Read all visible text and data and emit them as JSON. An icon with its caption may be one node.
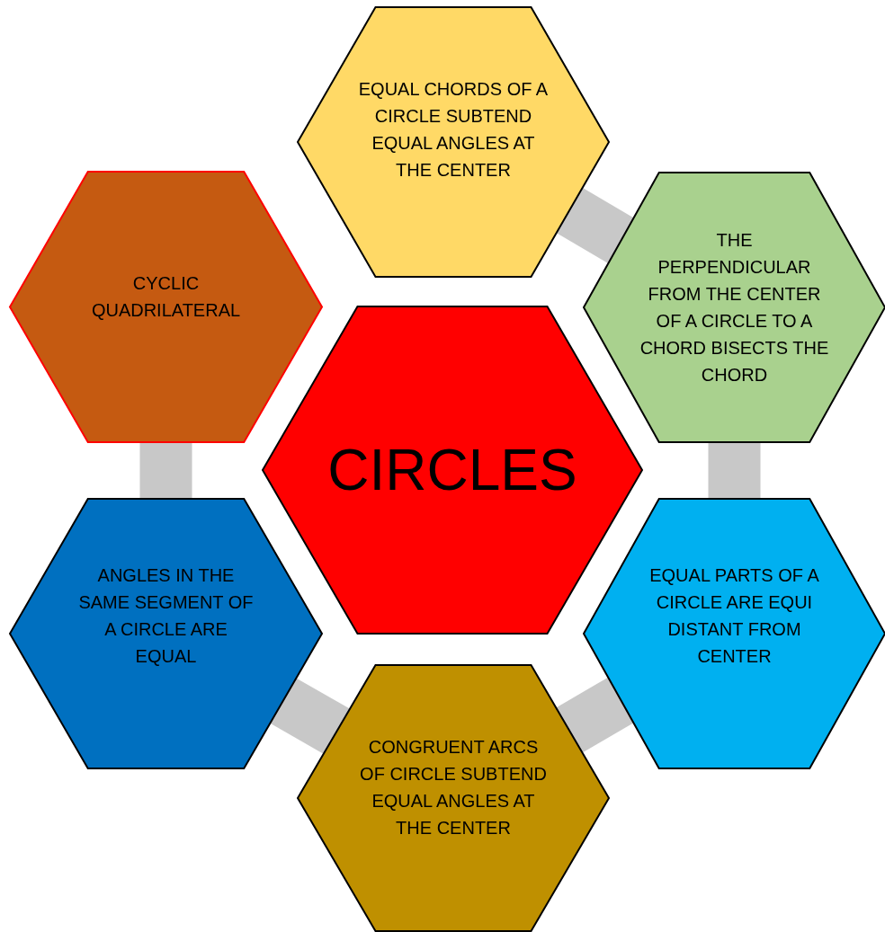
{
  "diagram": {
    "nodes": [
      {
        "text": [
          "EQUAL CHORDS OF A CIRCLE SUBTEND EQUAL ANGLES AT THE CENTER"
        ]
      },
      {
        "text": [
          "CYCLIC QUADRILATERAL"
        ]
      },
      {
        "text": [
          "THE PERPENDICULAR FROM THE CENTER OF A CIRCLE TO A CHORD BISECTS THE CHORD"
        ]
      },
      {
        "text": [
          "CIRCLES"
        ]
      },
      {
        "text": [
          "ANGLES IN THE SAME SEGMENT OF A CIRCLE ARE EQUAL"
        ]
      },
      {
        "text": [
          "EQUAL PARTS OF A CIRCLE ARE EQUI DISTANT FROM CENTER"
        ]
      },
      {
        "text": [
          "CONGRUENT ARCS OF CIRCLE SUBTEND EQUAL ANGLES AT THE CENTER"
        ]
      }
    ],
    "edges": [
      {
        "from": 0,
        "to": 2,
        "arrow": "none"
      },
      {
        "from": 2,
        "to": 5,
        "arrow": "none"
      },
      {
        "from": 5,
        "to": 6,
        "arrow": "none"
      },
      {
        "from": 6,
        "to": 4,
        "arrow": "none"
      },
      {
        "from": 4,
        "to": 1,
        "arrow": "none"
      }
    ]
  }
}
